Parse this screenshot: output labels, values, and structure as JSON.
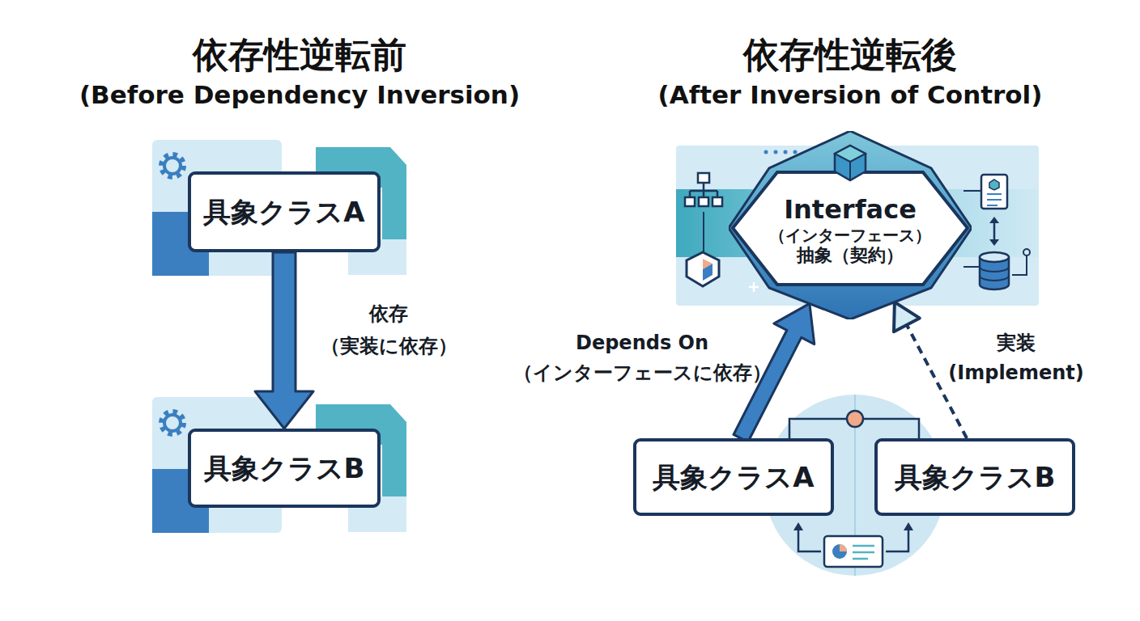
{
  "diagram": {
    "nodes": [
      {
        "text": [
          "具象クラスA"
        ]
      },
      {
        "text": [
          "具象クラスB"
        ]
      },
      {
        "text": [
          "Interface",
          "（インターフェース）",
          "抽象（契約）"
        ]
      },
      {
        "text": [
          "具象クラスA"
        ]
      },
      {
        "text": [
          "具象クラスB"
        ]
      }
    ],
    "edges": [
      {
        "from": 0,
        "to": 1,
        "arrow": "to",
        "label": "依存 （実装に依存）"
      },
      {
        "from": 3,
        "to": 2,
        "arrow": "to",
        "label": "Depends On （インターフェースに依存）"
      },
      {
        "from": 4,
        "to": 2,
        "arrow": "to",
        "label": "実装 (Implement)"
      }
    ],
    "labels": [
      "依存性逆転前",
      "(Before Dependency Inversion)",
      "依存性逆転後",
      "(After Inversion of Control)"
    ]
  }
}
